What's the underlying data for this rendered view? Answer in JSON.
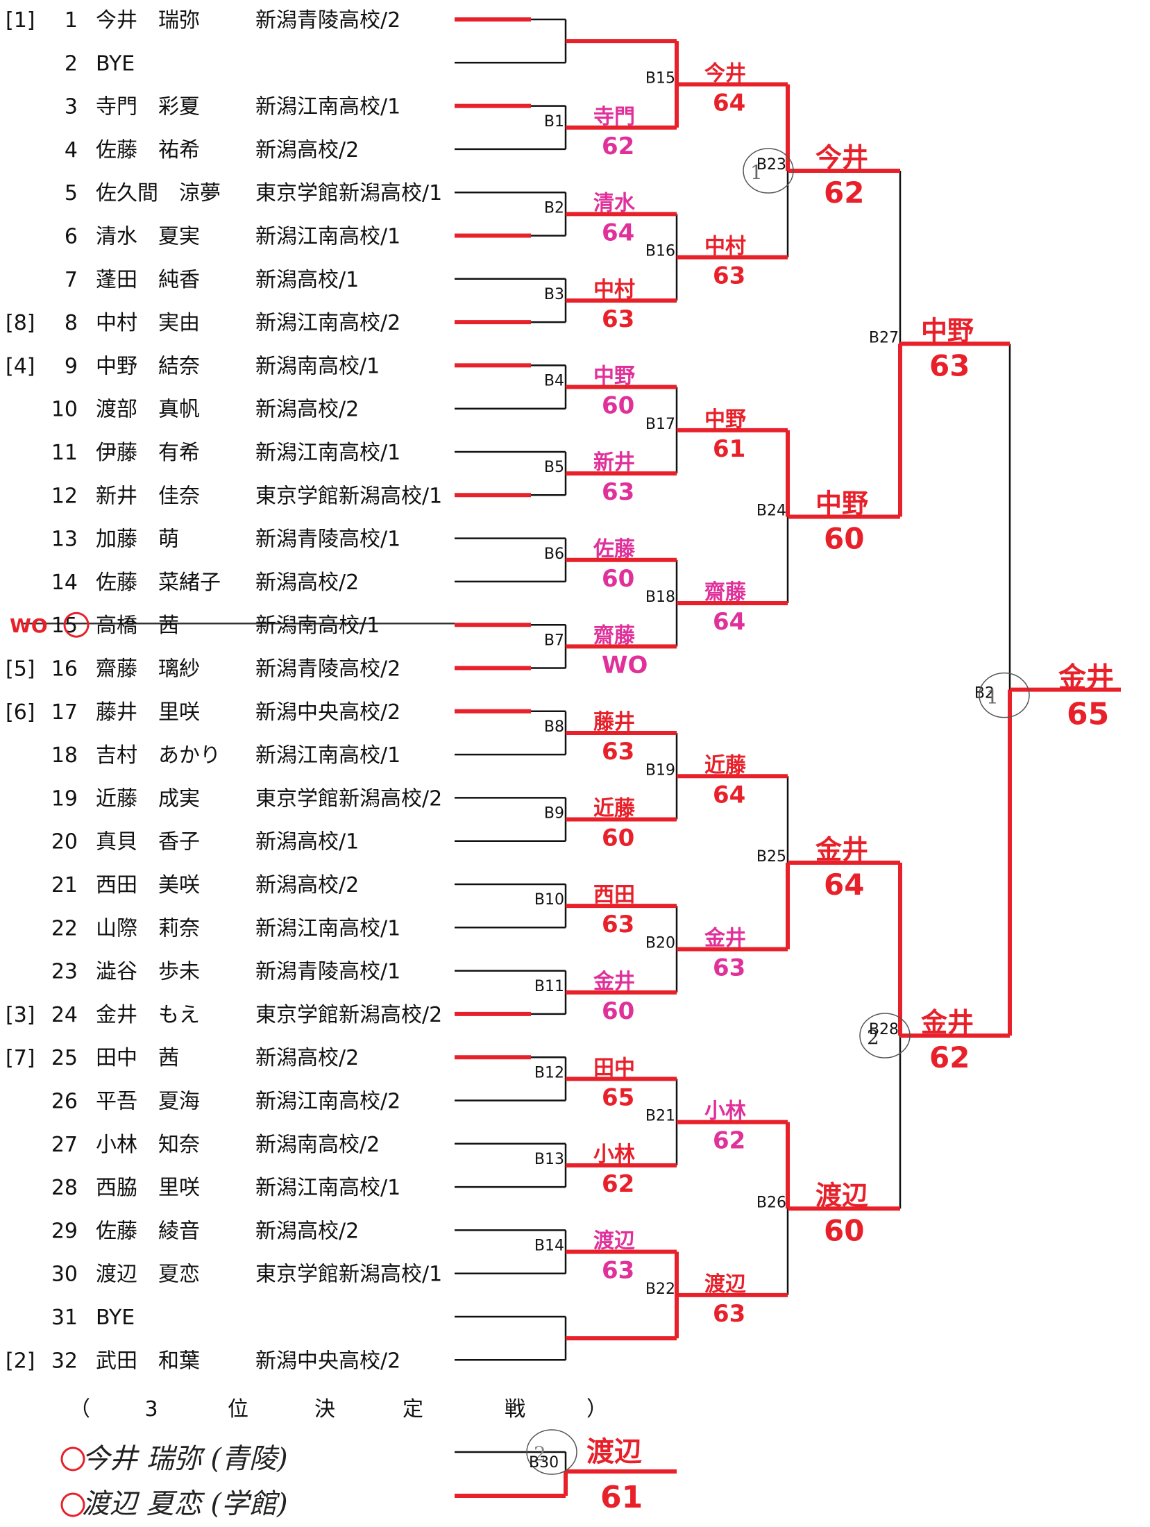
{
  "players": [
    {
      "seed": "[1]",
      "no": "1",
      "name": "今井　瑞弥",
      "school": "新潟青陵高校/2"
    },
    {
      "seed": "",
      "no": "2",
      "name": "BYE",
      "school": ""
    },
    {
      "seed": "",
      "no": "3",
      "name": "寺門　彩夏",
      "school": "新潟江南高校/1"
    },
    {
      "seed": "",
      "no": "4",
      "name": "佐藤　祐希",
      "school": "新潟高校/2"
    },
    {
      "seed": "",
      "no": "5",
      "name": "佐久間　涼夢",
      "school": "東京学館新潟高校/1"
    },
    {
      "seed": "",
      "no": "6",
      "name": "清水　夏実",
      "school": "新潟江南高校/1"
    },
    {
      "seed": "",
      "no": "7",
      "name": "蓬田　純香",
      "school": "新潟高校/1"
    },
    {
      "seed": "[8]",
      "no": "8",
      "name": "中村　実由",
      "school": "新潟江南高校/2"
    },
    {
      "seed": "[4]",
      "no": "9",
      "name": "中野　結奈",
      "school": "新潟南高校/1"
    },
    {
      "seed": "",
      "no": "10",
      "name": "渡部　真帆",
      "school": "新潟高校/2"
    },
    {
      "seed": "",
      "no": "11",
      "name": "伊藤　有希",
      "school": "新潟江南高校/1"
    },
    {
      "seed": "",
      "no": "12",
      "name": "新井　佳奈",
      "school": "東京学館新潟高校/1"
    },
    {
      "seed": "",
      "no": "13",
      "name": "加藤　萌",
      "school": "新潟青陵高校/1"
    },
    {
      "seed": "",
      "no": "14",
      "name": "佐藤　菜緒子",
      "school": "新潟高校/2"
    },
    {
      "seed": "",
      "no": "15",
      "name": "高橋　茜",
      "school": "新潟南高校/1"
    },
    {
      "seed": "[5]",
      "no": "16",
      "name": "齋藤　璃紗",
      "school": "新潟青陵高校/2"
    },
    {
      "seed": "[6]",
      "no": "17",
      "name": "藤井　里咲",
      "school": "新潟中央高校/2"
    },
    {
      "seed": "",
      "no": "18",
      "name": "吉村　あかり",
      "school": "新潟江南高校/1"
    },
    {
      "seed": "",
      "no": "19",
      "name": "近藤　成実",
      "school": "東京学館新潟高校/2"
    },
    {
      "seed": "",
      "no": "20",
      "name": "真貝　香子",
      "school": "新潟高校/1"
    },
    {
      "seed": "",
      "no": "21",
      "name": "西田　美咲",
      "school": "新潟高校/2"
    },
    {
      "seed": "",
      "no": "22",
      "name": "山際　莉奈",
      "school": "新潟江南高校/1"
    },
    {
      "seed": "",
      "no": "23",
      "name": "澁谷　歩未",
      "school": "新潟青陵高校/1"
    },
    {
      "seed": "[3]",
      "no": "24",
      "name": "金井　もえ",
      "school": "東京学館新潟高校/2"
    },
    {
      "seed": "[7]",
      "no": "25",
      "name": "田中　茜",
      "school": "新潟高校/2"
    },
    {
      "seed": "",
      "no": "26",
      "name": "平吾　夏海",
      "school": "新潟江南高校/2"
    },
    {
      "seed": "",
      "no": "27",
      "name": "小林　知奈",
      "school": "新潟南高校/2"
    },
    {
      "seed": "",
      "no": "28",
      "name": "西脇　里咲",
      "school": "新潟江南高校/1"
    },
    {
      "seed": "",
      "no": "29",
      "name": "佐藤　綾音",
      "school": "新潟高校/2"
    },
    {
      "seed": "",
      "no": "30",
      "name": "渡辺　夏恋",
      "school": "東京学館新潟高校/1"
    },
    {
      "seed": "",
      "no": "31",
      "name": "BYE",
      "school": ""
    },
    {
      "seed": "[2]",
      "no": "32",
      "name": "武田　和葉",
      "school": "新潟中央高校/2"
    }
  ],
  "r1_labels": [
    "B1",
    "B2",
    "B3",
    "B4",
    "B5",
    "B6",
    "B7",
    "B8",
    "B9",
    "B10",
    "B11",
    "B12",
    "B13",
    "B14"
  ],
  "r2_labels": [
    "B15",
    "B16",
    "B17",
    "B18",
    "B19",
    "B20",
    "B21",
    "B22"
  ],
  "r3_labels": [
    "B23",
    "B24",
    "B25",
    "B26"
  ],
  "r4_labels": [
    "B27",
    "B28"
  ],
  "final_label": "B2",
  "third_place": {
    "title_chars": [
      "（",
      "3",
      "位",
      "決",
      "定",
      "戦",
      "）"
    ],
    "label": "B30",
    "entry1": "今井 瑞弥 (青陵)",
    "entry2": "渡辺 夏恋 (学館)",
    "winner": "渡辺",
    "score": "61"
  },
  "notes": {
    "r1": [
      {
        "name": "寺門",
        "score": "62",
        "color": "#e0309a"
      },
      {
        "name": "清水",
        "score": "64",
        "color": "#e0309a"
      },
      {
        "name": "中村",
        "score": "63",
        "color": "#e8202a"
      },
      {
        "name": "中野",
        "score": "60",
        "color": "#e0309a"
      },
      {
        "name": "新井",
        "score": "63",
        "color": "#e0309a"
      },
      {
        "name": "佐藤",
        "score": "60",
        "color": "#e0309a"
      },
      {
        "name": "齋藤",
        "score": "WO",
        "color": "#e0309a"
      },
      {
        "name": "藤井",
        "score": "63",
        "color": "#e8202a"
      },
      {
        "name": "近藤",
        "score": "60",
        "color": "#e8202a"
      },
      {
        "name": "西田",
        "score": "63",
        "color": "#e8202a"
      },
      {
        "name": "金井",
        "score": "60",
        "color": "#e0309a"
      },
      {
        "name": "田中",
        "score": "65",
        "color": "#e8202a"
      },
      {
        "name": "小林",
        "score": "62",
        "color": "#e8202a"
      },
      {
        "name": "渡辺",
        "score": "63",
        "color": "#e0309a"
      }
    ],
    "r2": [
      {
        "name": "今井",
        "score": "64",
        "color": "#e8202a"
      },
      {
        "name": "中村",
        "score": "63",
        "color": "#e8202a"
      },
      {
        "name": "中野",
        "score": "61",
        "color": "#e8202a"
      },
      {
        "name": "齋藤",
        "score": "64",
        "color": "#e0309a"
      },
      {
        "name": "近藤",
        "score": "64",
        "color": "#e8202a"
      },
      {
        "name": "金井",
        "score": "63",
        "color": "#e0309a"
      },
      {
        "name": "小林",
        "score": "62",
        "color": "#e0309a"
      },
      {
        "name": "渡辺",
        "score": "63",
        "color": "#e8202a"
      }
    ],
    "r3": [
      {
        "name": "今井",
        "score": "62",
        "color": "#e8202a"
      },
      {
        "name": "中野",
        "score": "60",
        "color": "#e8202a"
      },
      {
        "name": "金井",
        "score": "64",
        "color": "#e8202a"
      },
      {
        "name": "渡辺",
        "score": "60",
        "color": "#e8202a"
      }
    ],
    "r4": [
      {
        "name": "中野",
        "score": "63",
        "color": "#e8202a"
      },
      {
        "name": "金井",
        "score": "62",
        "color": "#e8202a"
      }
    ],
    "final": {
      "name": "金井",
      "score": "65",
      "color": "#e8202a"
    },
    "wo_mark": "WO",
    "circle_marks": [
      "1",
      "2",
      "1",
      "2"
    ]
  }
}
